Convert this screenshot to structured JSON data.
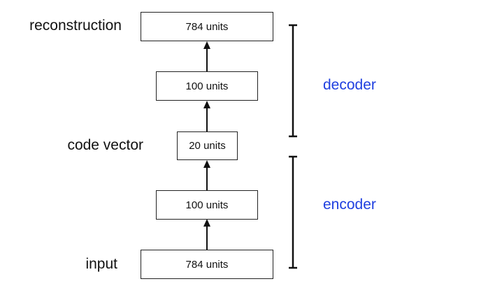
{
  "layers": [
    {
      "role": "reconstruction",
      "label": "reconstruction",
      "units": "784 units"
    },
    {
      "role": "decoder-hidden",
      "label": "",
      "units": "100 units"
    },
    {
      "role": "code",
      "label": "code vector",
      "units": "20 units"
    },
    {
      "role": "encoder-hidden",
      "label": "",
      "units": "100 units"
    },
    {
      "role": "input",
      "label": "input",
      "units": "784 units"
    }
  ],
  "sections": {
    "decoder": "decoder",
    "encoder": "encoder"
  },
  "colors": {
    "section_label": "#1f3fe0",
    "line": "#111111"
  }
}
